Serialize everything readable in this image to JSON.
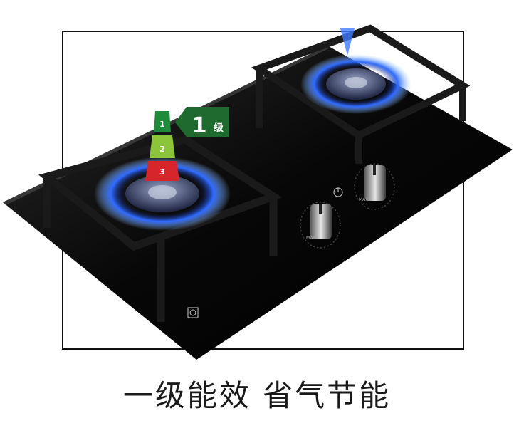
{
  "caption": "一级能效 省气节能",
  "badge": {
    "level_number": "1",
    "level_suffix": "级",
    "scale_labels": [
      "1",
      "2",
      "3"
    ],
    "scale_colors": [
      "#1f8a3a",
      "#8cc43a",
      "#d6252b"
    ]
  },
  "knob_labels": {
    "left_min": "MAX",
    "right_min": "MAX"
  },
  "colors": {
    "glass": "#0a0a0a",
    "flame": "#2b6bff",
    "frame": "#111111",
    "badge_bg": "#1f6a2e"
  },
  "icons": [
    "burner-left",
    "burner-right",
    "energy-label",
    "knob-left",
    "knob-right",
    "power-symbol",
    "gear-logo"
  ]
}
